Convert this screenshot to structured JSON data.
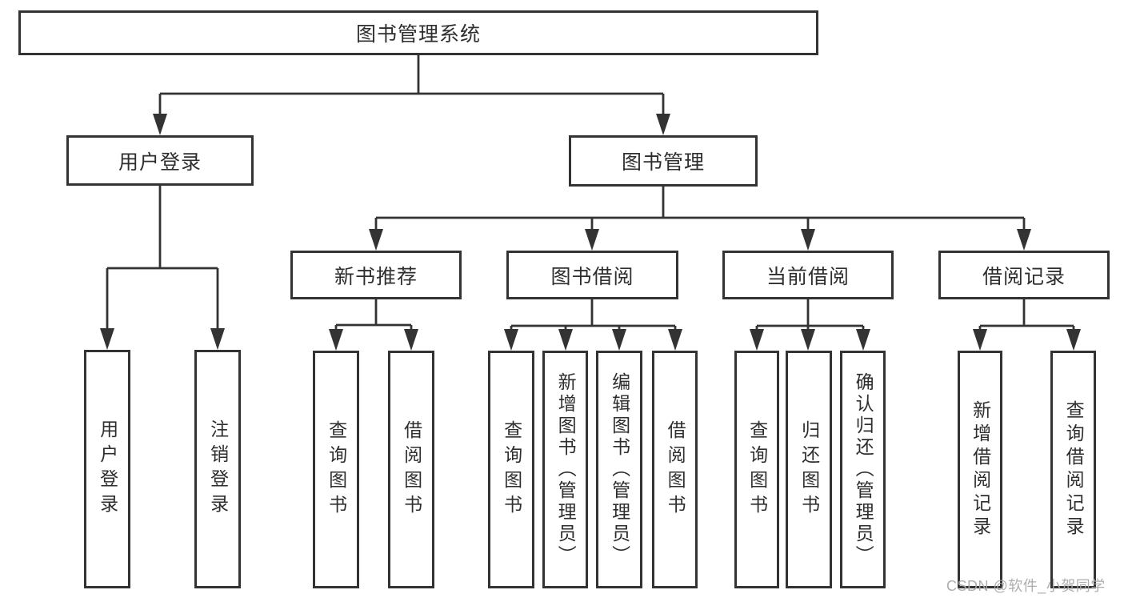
{
  "diagram_title": "图书管理系统",
  "nodes": {
    "root": {
      "label": "图书管理系统"
    },
    "user_login": {
      "label": "用户登录"
    },
    "book_mgmt": {
      "label": "图书管理"
    },
    "new_books": {
      "label": "新书推荐"
    },
    "book_borrow": {
      "label": "图书借阅"
    },
    "current_borrow": {
      "label": "当前借阅"
    },
    "borrow_records": {
      "label": "借阅记录"
    },
    "leaves": {
      "user_login_login": {
        "label": "用户登录"
      },
      "user_login_logout": {
        "label": "注销登录"
      },
      "new_books_query": {
        "label": "查询图书"
      },
      "new_books_borrow": {
        "label": "借阅图书"
      },
      "book_borrow_query": {
        "label": "查询图书"
      },
      "book_borrow_add": {
        "label": "新增图书（管理员）"
      },
      "book_borrow_edit": {
        "label": "编辑图书（管理员）"
      },
      "book_borrow_borrow": {
        "label": "借阅图书"
      },
      "current_query": {
        "label": "查询图书"
      },
      "current_return": {
        "label": "归还图书"
      },
      "current_confirm": {
        "label": "确认归还（管理员）"
      },
      "records_add": {
        "label": "新增借阅记录"
      },
      "records_query": {
        "label": "查询借阅记录"
      }
    }
  },
  "watermark": {
    "text": "CSDN @软件_小贺同学"
  },
  "colors": {
    "line": "#333333",
    "text": "#2e2e2e",
    "background": "#ffffff",
    "watermark": "#aaaaaa"
  }
}
